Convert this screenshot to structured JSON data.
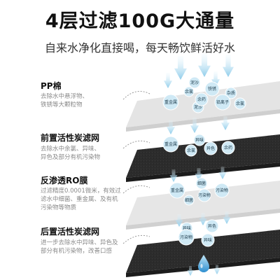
{
  "header": {
    "title": "4层过滤100G大通量",
    "subtitle": "自来水净化直接喝，每天畅饮鲜活好水"
  },
  "layers": [
    {
      "title": "PP棉",
      "desc_lines": [
        "去除水中悬浮物、",
        "铁锈等大颗粒物"
      ],
      "particles": [
        "铁锈",
        "泥沙",
        "重金属",
        "余氯",
        "杂质",
        "泥沙",
        "余药",
        "铅离子",
        "余氯"
      ]
    },
    {
      "title": "前置活性炭滤网",
      "desc_lines": [
        "去除水中余氯、异味、",
        "异色及部分有机污染物"
      ],
      "particles": [
        "异味",
        "重金属",
        "异色",
        "余氯",
        "余药"
      ]
    },
    {
      "title": "反渗透RO膜",
      "desc_lines": [
        "过滤精度0.0001微米，有效过",
        "滤水中细菌、重金属、及有机",
        "污染物等物质"
      ],
      "particles": [
        "细菌",
        "重金属",
        "污染物",
        "污染物",
        "细菌"
      ]
    },
    {
      "title": "后置活性炭滤网",
      "desc_lines": [
        "进一步去除水中异味、异色及",
        "部分有机污染物，改善口感"
      ],
      "particles": [
        "异味",
        "异色",
        "污染物",
        "异味"
      ]
    }
  ],
  "colors": {
    "arrow": "#9fd3ec",
    "particle": "#cfe9f5",
    "slab_light": "#e3e3e3",
    "slab_dark": "#2e2e2e",
    "drop": "#4aa8e0"
  },
  "icons": {
    "pointer": "dashed-curved-arrow-icon",
    "drop": "water-drop-icon"
  }
}
